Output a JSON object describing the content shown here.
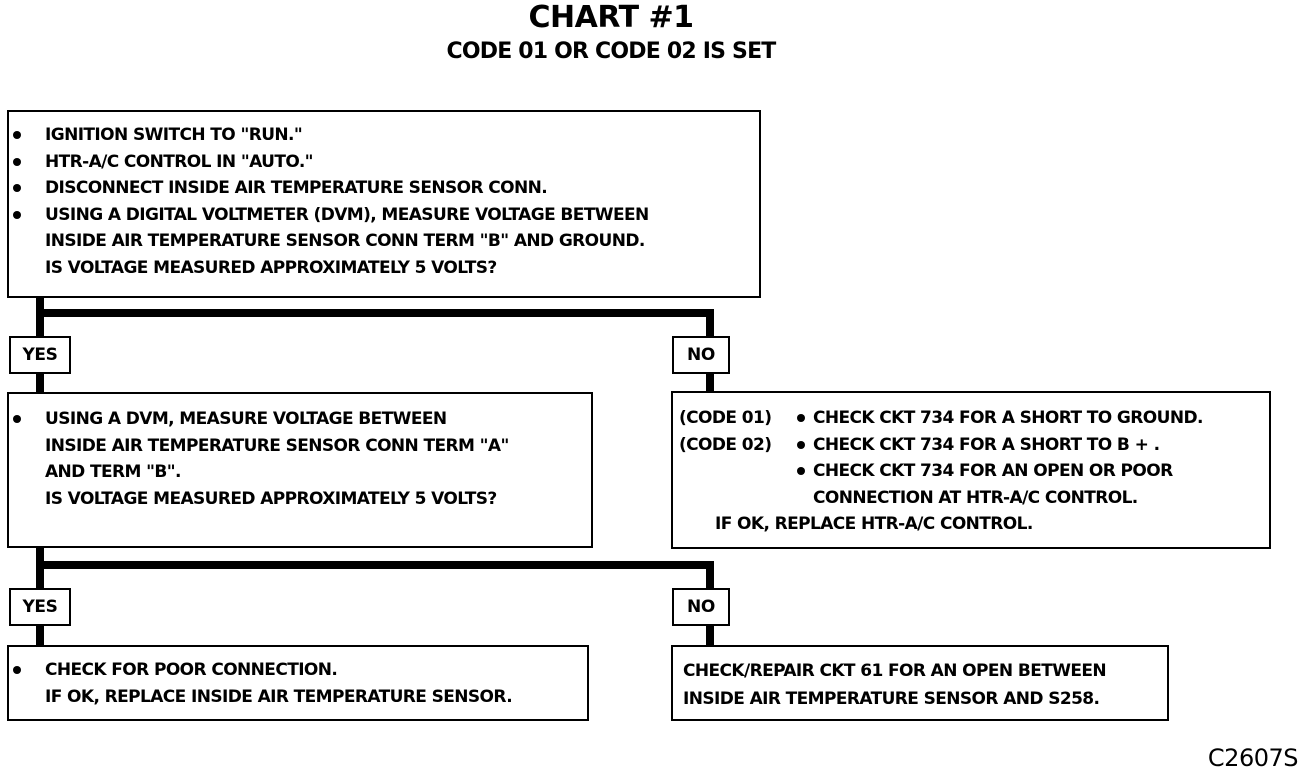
{
  "title": "CHART #1",
  "subtitle": "CODE 01 OR CODE 02 IS SET",
  "step1": {
    "bullets": [
      "IGNITION SWITCH TO \"RUN.\"",
      "HTR-A/C CONTROL IN \"AUTO.\"",
      "DISCONNECT INSIDE AIR TEMPERATURE SENSOR CONN.",
      "USING A DIGITAL VOLTMETER (DVM), MEASURE VOLTAGE BETWEEN"
    ],
    "continuation": [
      "INSIDE AIR TEMPERATURE SENSOR CONN TERM \"B\" AND GROUND.",
      "IS VOLTAGE MEASURED APPROXIMATELY 5 VOLTS?"
    ]
  },
  "yes_label": "YES",
  "no_label": "NO",
  "step2_yes": {
    "bullet": "USING A DVM, MEASURE VOLTAGE BETWEEN",
    "continuation": [
      "INSIDE AIR TEMPERATURE SENSOR CONN TERM \"A\"",
      "AND TERM \"B\".",
      "IS VOLTAGE MEASURED APPROXIMATELY 5 VOLTS?"
    ]
  },
  "step2_no": {
    "rows": [
      {
        "code": "(CODE 01)",
        "text": "CHECK CKT 734 FOR A SHORT TO GROUND."
      },
      {
        "code": "(CODE 02)",
        "text": "CHECK CKT 734 FOR A SHORT TO B + ."
      },
      {
        "code": "",
        "text": "CHECK CKT 734 FOR AN OPEN OR POOR"
      }
    ],
    "continuation": "CONNECTION AT HTR-A/C CONTROL.",
    "final": "IF OK, REPLACE HTR-A/C CONTROL."
  },
  "step3_yes": {
    "bullet": "CHECK FOR POOR CONNECTION.",
    "continuation": "IF OK, REPLACE INSIDE AIR TEMPERATURE SENSOR."
  },
  "step3_no": {
    "lines": [
      "CHECK/REPAIR CKT 61 FOR AN OPEN BETWEEN",
      "INSIDE AIR TEMPERATURE SENSOR AND S258."
    ]
  },
  "figure_ref": "C2607S"
}
